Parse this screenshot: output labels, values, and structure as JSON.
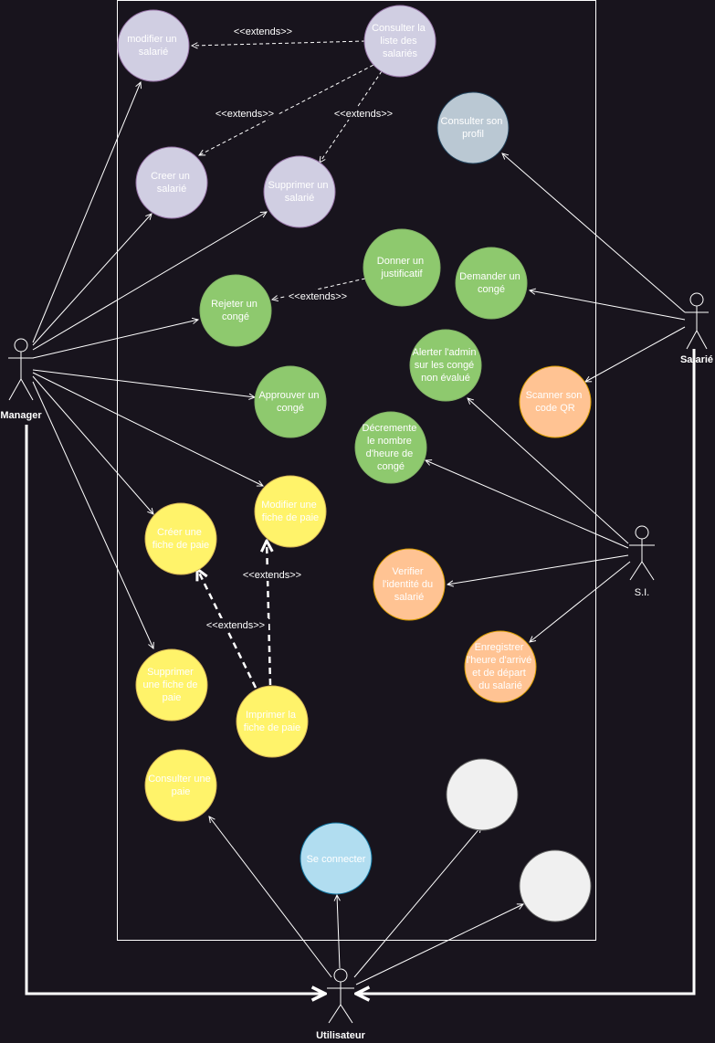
{
  "colors": {
    "background": "#18141d",
    "purple": "#d0cee2",
    "green": "#8ec96e",
    "yellow": "#fff36a",
    "orange": "#ffc393",
    "grey": "#bac8d3",
    "blue": "#b1ddf0",
    "white": "#f0f0f0",
    "line": "#ffffff"
  },
  "actors": {
    "manager": "Manager",
    "salarie": "Salarié",
    "si": "S.I.",
    "utilisateur": "Utilisateur"
  },
  "extends_label": "<<extends>>",
  "use_cases": {
    "modifier_salarie": [
      "modifier un",
      "salarié"
    ],
    "consulter_liste": [
      "Consulter la",
      "liste des",
      "salariés"
    ],
    "consulter_profil": [
      "Consulter son",
      "profil"
    ],
    "creer_salarie": [
      "Creer un",
      "salarié"
    ],
    "supprimer_salarie": [
      "Supprimer un",
      "salarié"
    ],
    "donner_justificatif": [
      "Donner un",
      "justificatif"
    ],
    "demander_conge": [
      "Demander un",
      "congé"
    ],
    "rejeter_conge": [
      "Rejeter un",
      "congé"
    ],
    "alerter_admin": [
      "Alerter l'admin",
      "sur les congé",
      "non évalué"
    ],
    "scanner_qr": [
      "Scanner son",
      "code QR"
    ],
    "approuver_conge": [
      "Approuver un",
      "congé"
    ],
    "decrementer_heures": [
      "Décremente",
      "le nombre",
      "d'heure de",
      "congé"
    ],
    "modifier_fiche": [
      "Modifier une",
      "fiche de paie"
    ],
    "creer_fiche": [
      "Créer une",
      "fiche de paie"
    ],
    "verifier_identite": [
      "Verifier",
      "l'identité du",
      "salarié"
    ],
    "enregistrer_heure": [
      "Enregistrer",
      "l'heure d'arrivé",
      "et de départ",
      "du salarié"
    ],
    "supprimer_fiche": [
      "Supprimer",
      "une fiche de",
      "paie"
    ],
    "imprimer_fiche": [
      "Imprimer la",
      "fiche de paie"
    ],
    "consulter_paie": [
      "Consulter une",
      "paie"
    ],
    "se_connecter": [
      "Se connecter"
    ],
    "white_case_1": [],
    "white_case_2": []
  }
}
